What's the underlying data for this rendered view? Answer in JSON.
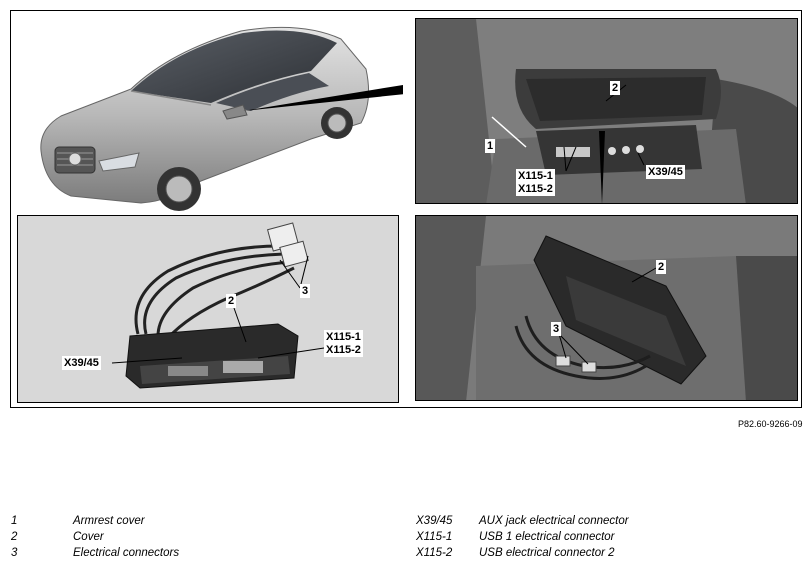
{
  "figure": {
    "callouts": {
      "top_right": [
        "1",
        "2",
        "X115-1",
        "X115-2",
        "X39/45"
      ],
      "bottom_left": [
        "2",
        "3",
        "X39/45",
        "X115-1",
        "X115-2"
      ],
      "bottom_right": [
        "2",
        "3"
      ]
    },
    "reference_code": "P82.60-9266-09"
  },
  "legend": {
    "left": [
      {
        "key": "1",
        "text": "Armrest cover"
      },
      {
        "key": "2",
        "text": "Cover"
      },
      {
        "key": "3",
        "text": "Electrical connectors"
      }
    ],
    "right": [
      {
        "key": "X39/45",
        "text": "AUX jack electrical connector"
      },
      {
        "key": "X115-1",
        "text": "USB 1 electrical connector"
      },
      {
        "key": "X115-2",
        "text": "USB electrical connector 2"
      }
    ]
  }
}
